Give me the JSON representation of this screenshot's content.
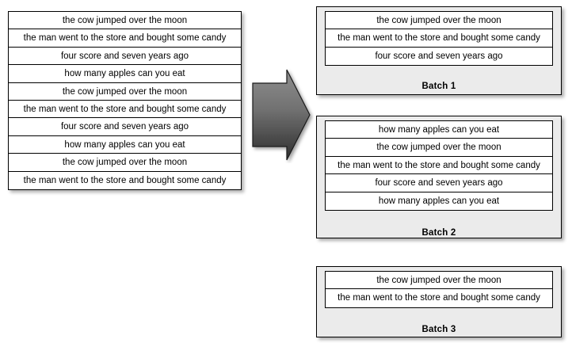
{
  "diagram": {
    "title": "batch-partitioning-diagram",
    "arrow": {
      "icon": "right-arrow-icon",
      "direction": "right",
      "fill_top": "#8c8c8c",
      "fill_bottom": "#3a3a3a"
    },
    "colors": {
      "panel_background": "#ebebeb",
      "row_background": "#ffffff",
      "border": "#000000",
      "text": "#000000",
      "page_background": "#ffffff"
    }
  },
  "source_list": {
    "name": "source-sentence-list",
    "rows": [
      "the cow jumped over the moon",
      "the man went to the store and bought some candy",
      "four score and seven years ago",
      "how many apples can you eat",
      "the cow jumped over the moon",
      "the man went to the store and bought some candy",
      "four score and seven years ago",
      "how many apples can you eat",
      "the cow jumped over the moon",
      "the man went to the store and bought some candy"
    ]
  },
  "batches": [
    {
      "label": "Batch 1",
      "rows": [
        "the cow jumped over the moon",
        "the man went to the store and bought some candy",
        "four score and seven years ago"
      ]
    },
    {
      "label": "Batch 2",
      "rows": [
        "how many apples can you eat",
        "the cow jumped over the moon",
        "the man went to the store and bought some candy",
        "four score and seven years ago",
        "how many apples can you eat"
      ]
    },
    {
      "label": "Batch 3",
      "rows": [
        "the cow jumped over the moon",
        "the man went to the store and bought some candy"
      ]
    }
  ]
}
